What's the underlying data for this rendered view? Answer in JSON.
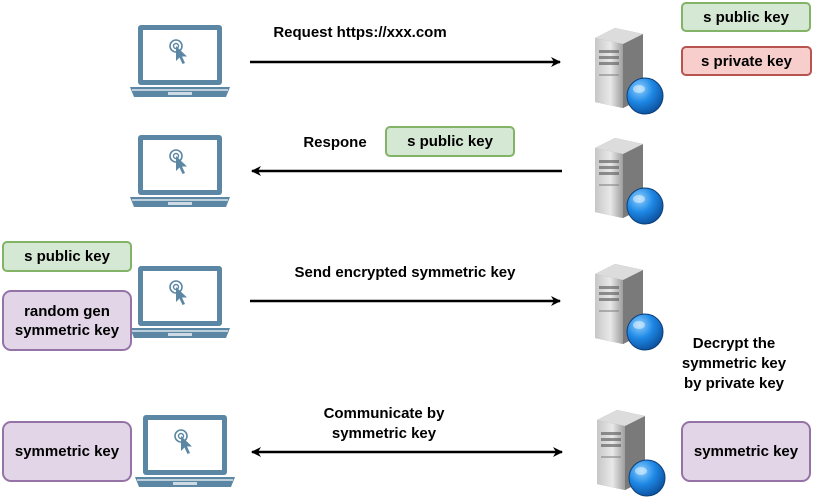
{
  "steps": {
    "request_label": "Request https://xxx.com",
    "response_label": "Respone",
    "send_label": "Send encrypted symmetric key",
    "communicate_label_line1": "Communicate by",
    "communicate_label_line2": "symmetric key",
    "decrypt_note_line1": "Decrypt the",
    "decrypt_note_line2": "symmetric key",
    "decrypt_note_line3": "by private key"
  },
  "keys": {
    "server_public": "s public key",
    "server_private": "s private key",
    "response_public": "s public key",
    "client_public": "s public key",
    "random_line1": "random gen",
    "random_line2": "symmetric key",
    "client_symmetric": "symmetric key",
    "server_symmetric": "symmetric key"
  },
  "colors": {
    "laptop": "#5b87a4",
    "green_fill": "#d5e8d4",
    "green_stroke": "#82b366",
    "red_fill": "#f8cecc",
    "red_stroke": "#b85450",
    "purple_fill": "#e1d5e7",
    "purple_stroke": "#9673a6",
    "globe": "#1e88e5"
  },
  "icons": {
    "client": "laptop-icon",
    "server": "server-tower-icon",
    "globe": "globe-icon"
  }
}
